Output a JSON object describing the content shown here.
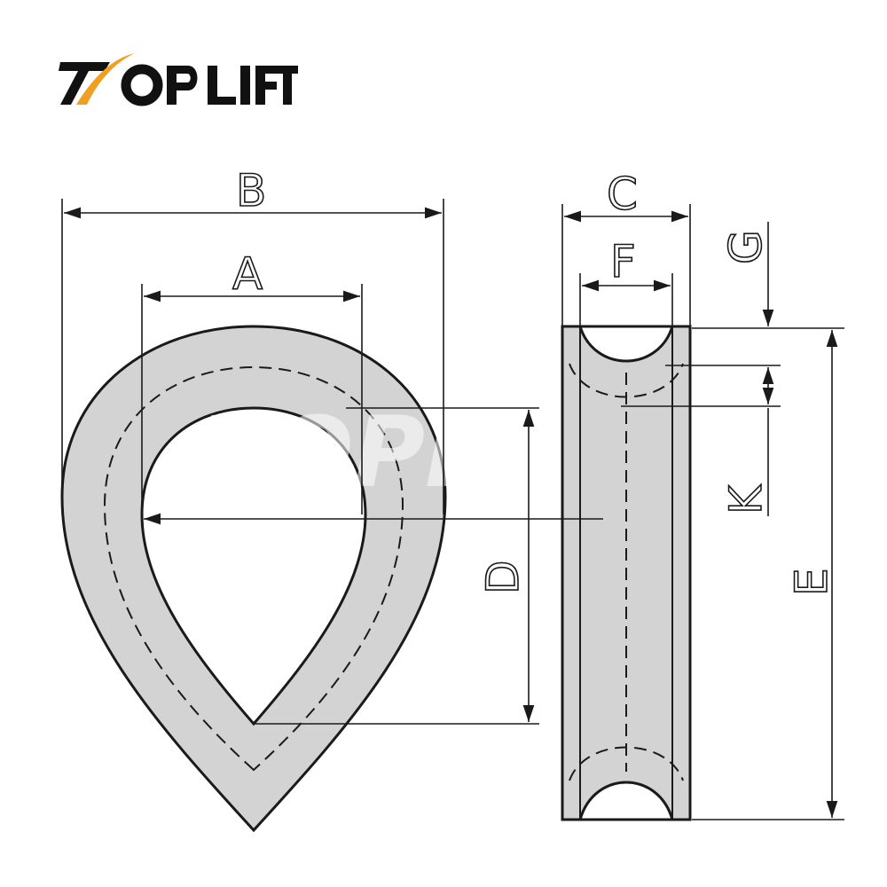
{
  "brand": {
    "name": "TOPLIFT",
    "accent_color": "#f0a020",
    "text_color": "#111111"
  },
  "dimensions": {
    "A": "A",
    "B": "B",
    "C": "C",
    "D": "D",
    "E": "E",
    "F": "F",
    "G": "G",
    "K": "K"
  },
  "colors": {
    "body": "#d3d3d3",
    "line": "#1a1a1a"
  }
}
